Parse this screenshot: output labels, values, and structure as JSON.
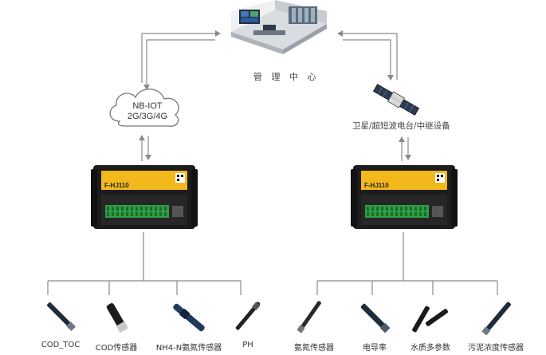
{
  "center": {
    "label": "管 理 中 心"
  },
  "cloud": {
    "line1": "NB-IOT",
    "line2": "2G/3G/4G"
  },
  "satellite": {
    "label": "卫星/超短波电台/中继设备"
  },
  "devices": [
    {
      "model": "F-HJ110"
    },
    {
      "model": "F-HJ110"
    }
  ],
  "sensors_left": [
    {
      "label": "COD_TOC",
      "icon": "probe-icon"
    },
    {
      "label": "COD传感器",
      "icon": "probe-icon"
    },
    {
      "label": "NH4-N氨氮传感器",
      "icon": "probe-icon"
    },
    {
      "label": "PH",
      "icon": "probe-icon"
    }
  ],
  "sensors_right": [
    {
      "label": "氨氮传感器",
      "icon": "probe-icon"
    },
    {
      "label": "电导率",
      "icon": "probe-icon"
    },
    {
      "label": "水质多参数",
      "icon": "probe-icon"
    },
    {
      "label": "污泥浓度传感器",
      "icon": "probe-icon"
    }
  ],
  "colors": {
    "line": "#8a8a8a",
    "device_body": "#1c1c1c",
    "device_label": "#f2b81c",
    "terminal": "#2f9e44",
    "probe": "#1d2b3a"
  }
}
